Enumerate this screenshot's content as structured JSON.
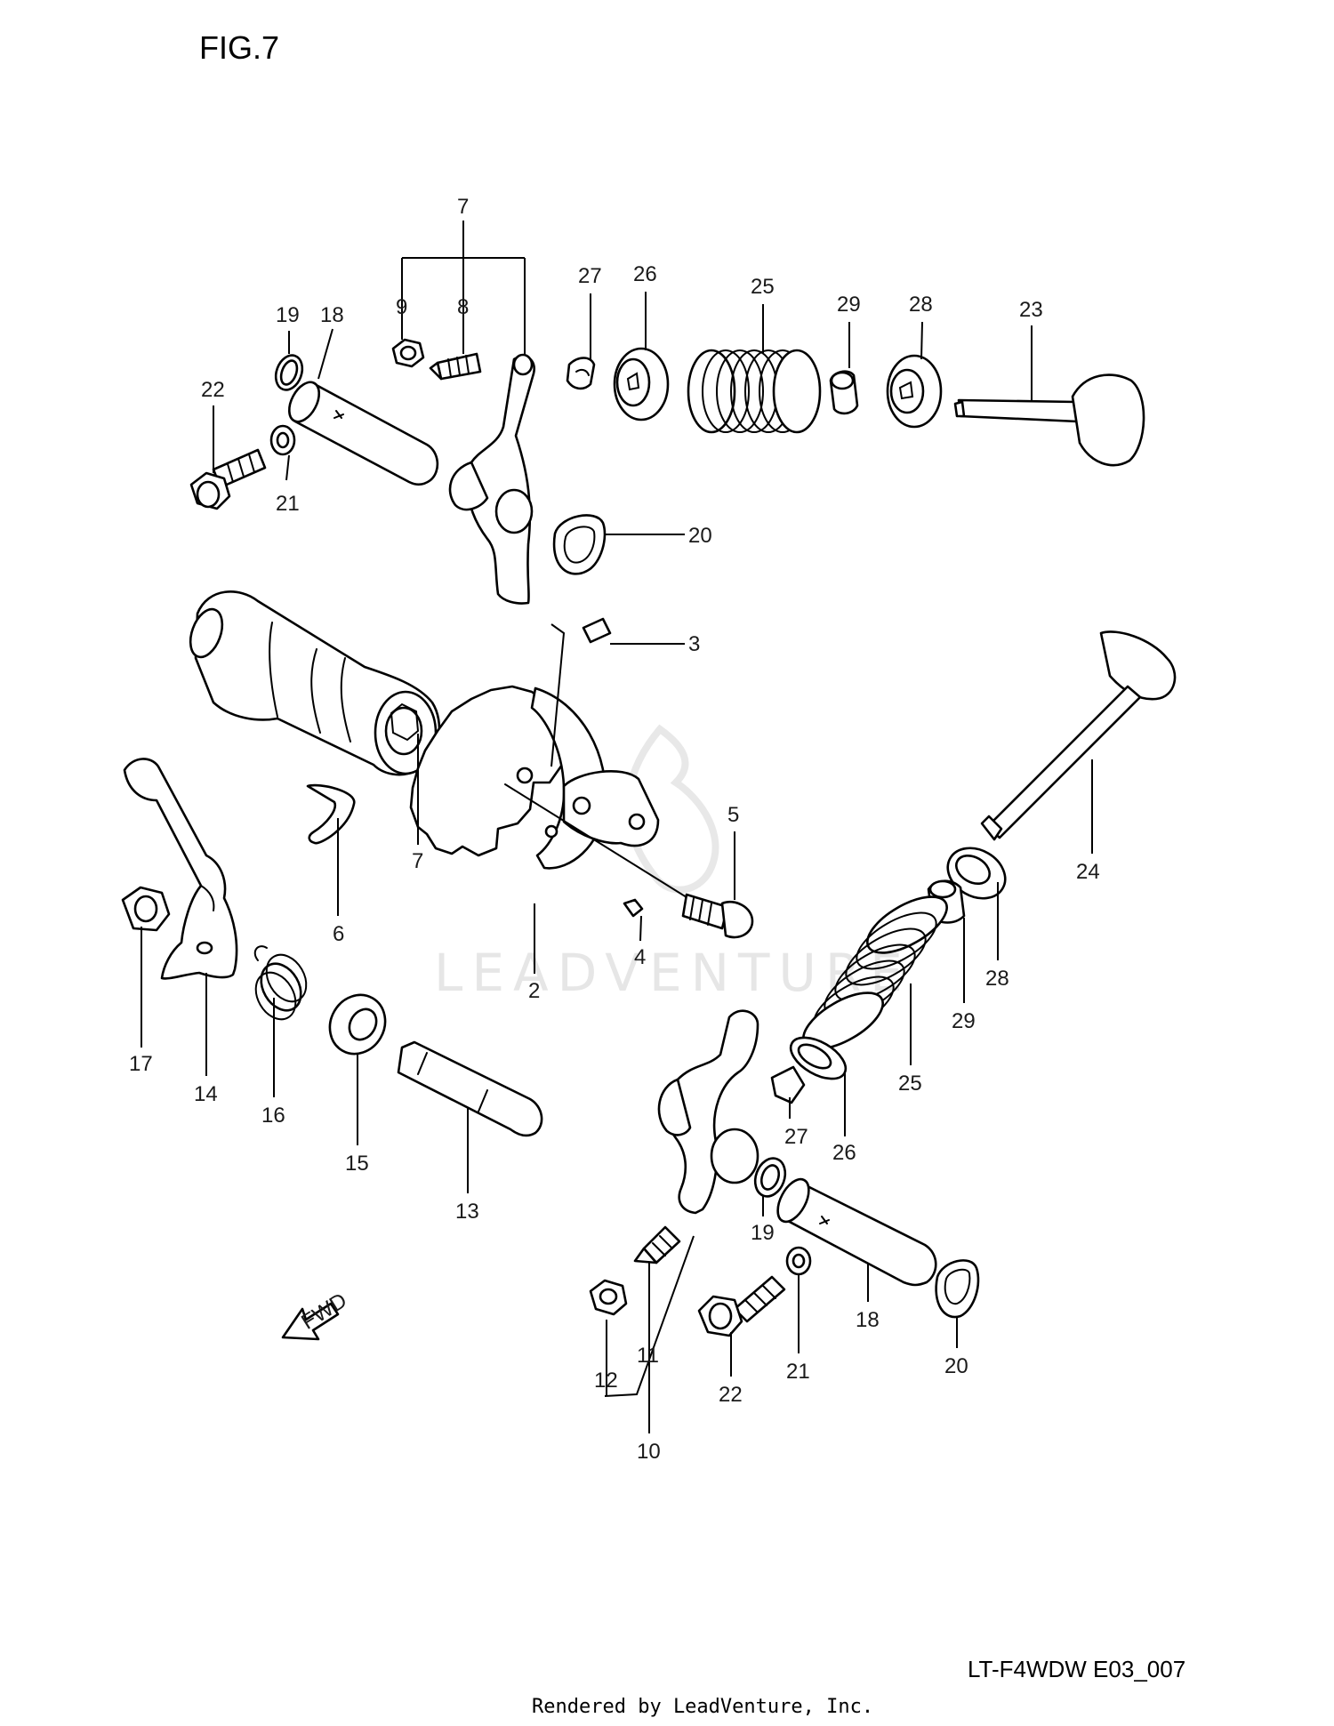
{
  "figure": {
    "title": "FIG.7",
    "diagram_code": "LT-F4WDW E03_007",
    "footer": "Rendered by LeadVenture, Inc.",
    "watermark": "LEADVENTURE",
    "fwd_mark": "FWD"
  },
  "callouts": [
    {
      "id": "c7a",
      "label": "7"
    },
    {
      "id": "c9a",
      "label": "9"
    },
    {
      "id": "c8",
      "label": "8"
    },
    {
      "id": "c19a",
      "label": "19"
    },
    {
      "id": "c18a",
      "label": "18"
    },
    {
      "id": "c22a",
      "label": "22"
    },
    {
      "id": "c21a",
      "label": "21"
    },
    {
      "id": "c27a",
      "label": "27"
    },
    {
      "id": "c26a",
      "label": "26"
    },
    {
      "id": "c25a",
      "label": "25"
    },
    {
      "id": "c29a",
      "label": "29"
    },
    {
      "id": "c28a",
      "label": "28"
    },
    {
      "id": "c23",
      "label": "23"
    },
    {
      "id": "c20a",
      "label": "20"
    },
    {
      "id": "c3",
      "label": "3"
    },
    {
      "id": "c7b",
      "label": "7"
    },
    {
      "id": "c6",
      "label": "6"
    },
    {
      "id": "c5",
      "label": "5"
    },
    {
      "id": "c4",
      "label": "4"
    },
    {
      "id": "c2",
      "label": "2"
    },
    {
      "id": "c24",
      "label": "24"
    },
    {
      "id": "c28b",
      "label": "28"
    },
    {
      "id": "c29b",
      "label": "29"
    },
    {
      "id": "c25b",
      "label": "25"
    },
    {
      "id": "c27b",
      "label": "27"
    },
    {
      "id": "c26b",
      "label": "26"
    },
    {
      "id": "c17",
      "label": "17"
    },
    {
      "id": "c14",
      "label": "14"
    },
    {
      "id": "c16",
      "label": "16"
    },
    {
      "id": "c15",
      "label": "15"
    },
    {
      "id": "c13",
      "label": "13"
    },
    {
      "id": "c19b",
      "label": "19"
    },
    {
      "id": "c18b",
      "label": "18"
    },
    {
      "id": "c20b",
      "label": "20"
    },
    {
      "id": "c11",
      "label": "11"
    },
    {
      "id": "c12",
      "label": "12"
    },
    {
      "id": "c10",
      "label": "10"
    },
    {
      "id": "c22b",
      "label": "22"
    },
    {
      "id": "c21b",
      "label": "21"
    }
  ]
}
